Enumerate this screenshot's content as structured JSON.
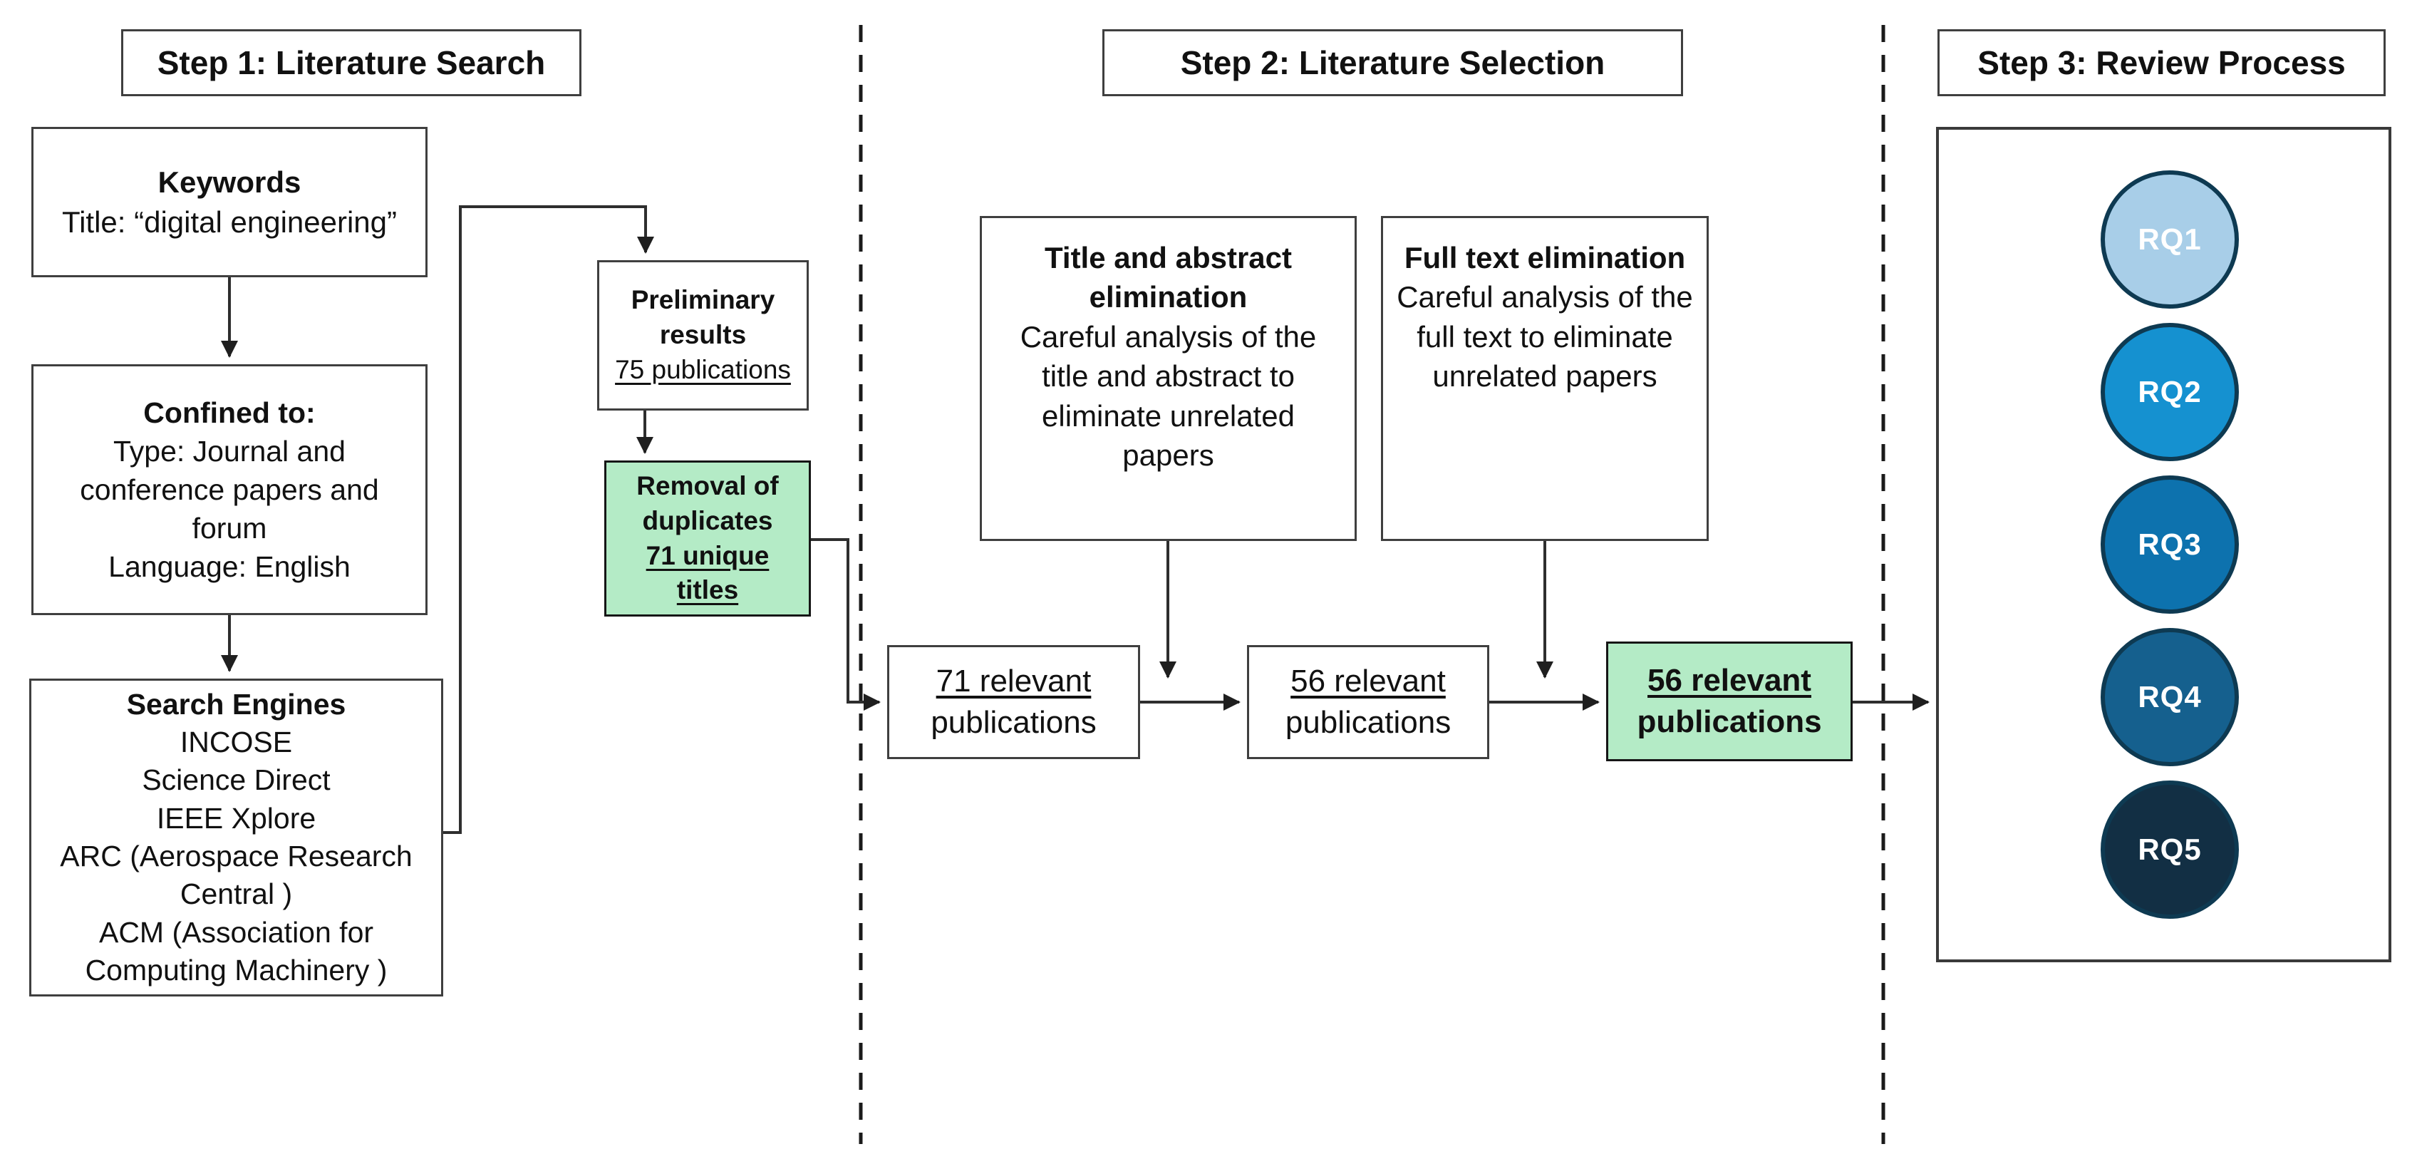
{
  "colors": {
    "highlight_green": "#B4EBC6",
    "box_border": "#3F3F3F",
    "connector_line": "#2E2E2E",
    "circle_border": "#0E3A52",
    "circle_text": "#FFFFFF"
  },
  "step1": {
    "header": "Step 1: Literature Search",
    "keywords_box": {
      "title": "Keywords",
      "body": "Title: “digital engineering”"
    },
    "confined_box": {
      "title": "Confined to:",
      "type_line": "Type: Journal and conference papers and forum",
      "language_line": "Language: English"
    },
    "search_engines_box": {
      "title": "Search Engines",
      "engines": [
        "INCOSE",
        "Science Direct",
        "IEEE Xplore",
        "ARC (Aerospace Research Central )",
        "ACM (Association for Computing Machinery )"
      ]
    },
    "preliminary_box": {
      "title": "Preliminary results",
      "stat": "75 publications"
    },
    "removal_box": {
      "title": "Removal of duplicates",
      "stat": "71 unique titles"
    }
  },
  "step2": {
    "header": "Step 2: Literature Selection",
    "title_abstract_box": {
      "title": "Title and abstract elimination",
      "body": "Careful analysis of the title and abstract to eliminate unrelated papers"
    },
    "full_text_box": {
      "title": "Full text elimination",
      "body": "Careful analysis of the full text to eliminate unrelated papers"
    },
    "pub_boxes": [
      {
        "count_line": "71 relevant",
        "unit_line": "publications"
      },
      {
        "count_line": "56 relevant",
        "unit_line": "publications"
      },
      {
        "count_line": "56 relevant",
        "unit_line": "publications"
      }
    ]
  },
  "step3": {
    "header": "Step 3: Review Process",
    "research_questions": [
      {
        "label": "RQ1",
        "color": "#A8CEE8"
      },
      {
        "label": "RQ2",
        "color": "#1591D0"
      },
      {
        "label": "RQ3",
        "color": "#0D72AE"
      },
      {
        "label": "RQ4",
        "color": "#15608E"
      },
      {
        "label": "RQ5",
        "color": "#122F44"
      }
    ]
  }
}
